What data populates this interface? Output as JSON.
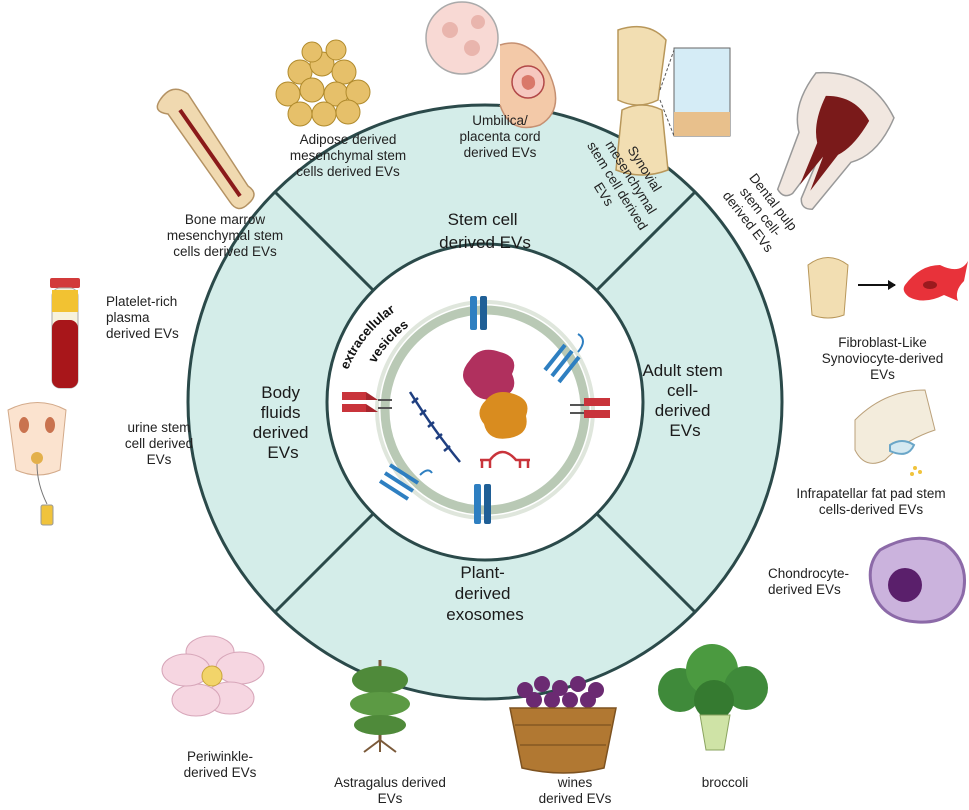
{
  "center": {
    "label_line1": "extracellular",
    "label_line2": "vesicles"
  },
  "sectors": {
    "top": [
      "Stem cell",
      "derived EVs"
    ],
    "right": [
      "Adult stem",
      "cell-",
      "derived",
      "EVs"
    ],
    "bottom": [
      "Plant-",
      "derived",
      "exosomes"
    ],
    "left": [
      "Body",
      "fluids",
      "derived",
      "EVs"
    ]
  },
  "sources": {
    "adipose": "Adipose derived\nmesenchymal stem\ncells derived EVs",
    "umbilical": "Umbilica/\nplacenta  cord\nderived EVs",
    "synovial": "Synovial\nmesenchymal\nstem cell derived\nEVs",
    "dental": "Dental pulp\nstem cell-\nderived EVs",
    "bone_marrow": "Bone marrow\nmesenchymal stem\ncells derived EVs",
    "platelet": "Platelet-rich\nplasma\nderived EVs",
    "urine": "urine stem\ncell derived\nEVs",
    "fibroblast": "Fibroblast-Like\nSynoviocyte-derived\nEVs",
    "infrapatellar": "Infrapatellar fat pad stem\ncells-derived EVs",
    "chondrocyte": "Chondrocyte-\nderived EVs",
    "periwinkle": "Periwinkle-\nderived  EVs",
    "astragalus": "Astragalus derived\nEVs",
    "wines": "wines\nderived  EVs",
    "broccoli": "broccoli"
  },
  "colors": {
    "ring_fill": "#d4ede9",
    "ring_stroke": "#2b4a4a",
    "membrane": "#b9c9b5",
    "receptor_blue": "#2e7fc1",
    "receptor_red": "#c9343b",
    "protein_magenta": "#b0305e",
    "protein_orange": "#d98c1f"
  },
  "icons": {
    "bone_marrow": "bone-icon",
    "adipose": "adipose-cells-icon",
    "umbilical": "fetus-icon",
    "synovial": "knee-joint-icon",
    "dental": "tooth-icon",
    "platelet": "blood-tube-icon",
    "urine": "urinary-system-icon",
    "fibroblast": "fibroblast-cell-icon",
    "infrapatellar": "knee-fat-pad-icon",
    "chondrocyte": "chondrocyte-cell-icon",
    "periwinkle": "flower-icon",
    "astragalus": "plant-icon",
    "wines": "grape-basket-icon",
    "broccoli": "broccoli-icon"
  }
}
